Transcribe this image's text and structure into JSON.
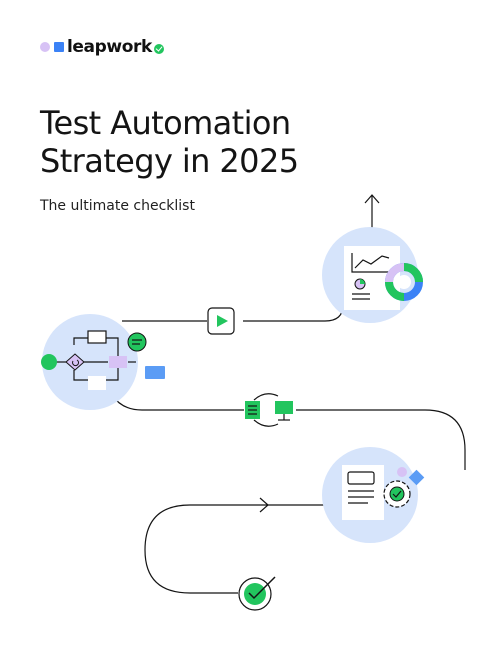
{
  "brand": {
    "name": "leapwork",
    "colors": {
      "purple": "#d7c2f5",
      "blue": "#3b82f6",
      "green": "#22c55e",
      "light_blue": "#d6e4fb",
      "ink": "#141414"
    }
  },
  "cover": {
    "title_line1": "Test Automation",
    "title_line2": "Strategy in 2025",
    "subtitle": "The ultimate checklist"
  },
  "illustration": {
    "icons": [
      "up-arrow-icon",
      "line-chart-icon",
      "donut-chart-icon",
      "play-button-icon",
      "flowchart-icon",
      "document-icon",
      "monitor-icon",
      "settings-gear-icon",
      "checkmark-icon",
      "right-chevron-icon"
    ]
  }
}
